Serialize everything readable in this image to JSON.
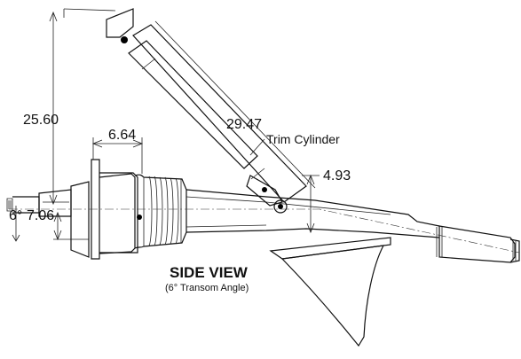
{
  "dimensions": {
    "d1": "25.60",
    "d2": "6.64",
    "d3": "29.47",
    "d4": "4.93",
    "d5": "7.06",
    "angle": "6°"
  },
  "labels": {
    "trim_cylinder": "Trim Cylinder"
  },
  "caption": {
    "title": "SIDE VIEW",
    "subtitle": "(6° Transom Angle)"
  }
}
